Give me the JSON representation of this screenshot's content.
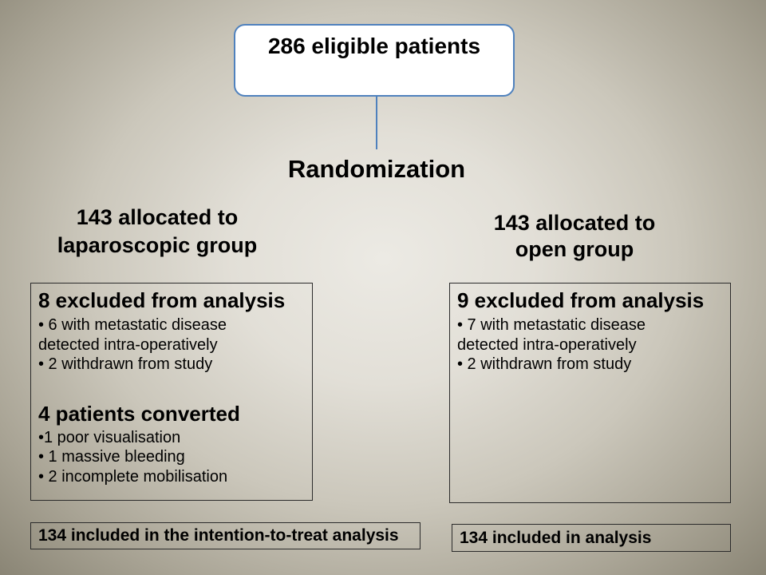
{
  "enrollment": {
    "label": "286 eligible patients"
  },
  "randomization": {
    "label": "Randomization"
  },
  "arms": {
    "laparoscopic": {
      "allocation": {
        "line1": "143 allocated to",
        "line2": "laparoscopic group"
      },
      "excluded": {
        "heading": "8 excluded from analysis",
        "lines": [
          "• 6 with metastatic disease",
          "detected intra-operatively",
          "• 2 withdrawn from study"
        ]
      },
      "converted": {
        "heading": "4 patients converted",
        "lines": [
          "•1 poor visualisation",
          "• 1 massive bleeding",
          "• 2 incomplete mobilisation"
        ]
      },
      "analysed": "134 included in the intention-to-treat analysis"
    },
    "open": {
      "allocation": {
        "line1": "143 allocated to",
        "line2": "open group"
      },
      "excluded": {
        "heading": "9 excluded from analysis",
        "lines": [
          "• 7 with metastatic disease",
          "detected intra-operatively",
          "• 2 withdrawn from study"
        ]
      },
      "analysed": "134 included in analysis"
    }
  },
  "colors": {
    "accent": "#4f81bd",
    "connector": "#4f81bd",
    "box_border": "#2b2b2b",
    "text": "#000000"
  }
}
